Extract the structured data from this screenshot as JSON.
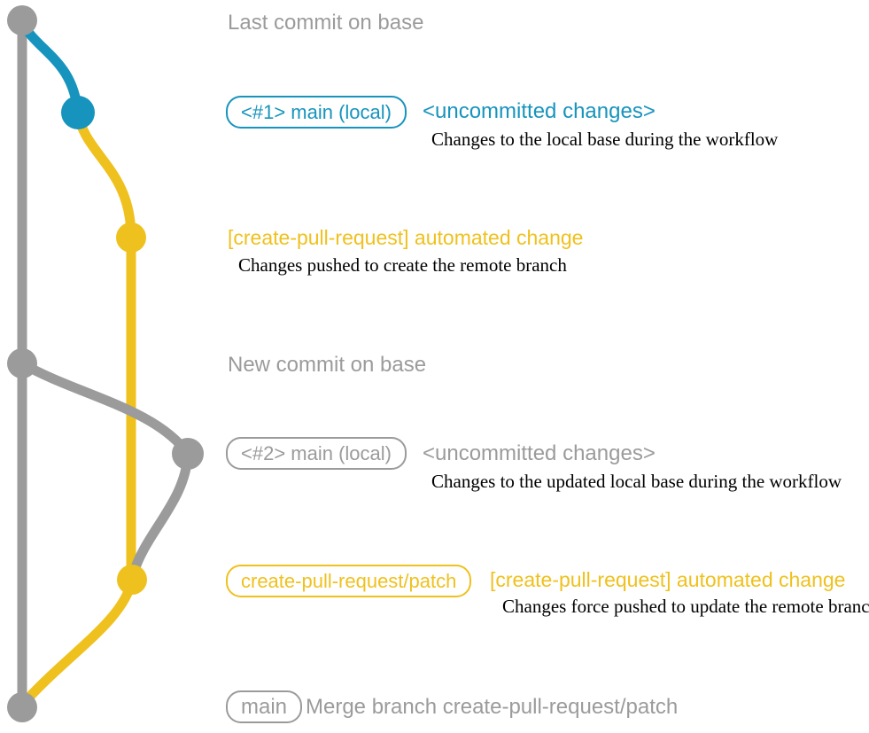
{
  "colors": {
    "gray": "#9B9B9B",
    "teal": "#1794BD",
    "yellow": "#EFC11E",
    "ink": "#000000",
    "background": "#FFFFFF"
  },
  "diagram": {
    "step1": {
      "heading": "Last commit on base"
    },
    "step2": {
      "badge": "<#1> main (local)",
      "message": "<uncommitted changes>",
      "description": "Changes to the local base during the workflow"
    },
    "step3": {
      "message": "[create-pull-request] automated change",
      "description": "Changes pushed to create the remote branch"
    },
    "step4": {
      "heading": "New commit on base"
    },
    "step5": {
      "badge": "<#2> main (local)",
      "message": "<uncommitted changes>",
      "description": "Changes to the updated local base during the workflow"
    },
    "step6": {
      "badge": "create-pull-request/patch",
      "message": "[create-pull-request] automated change",
      "description": "Changes force pushed to update the remote branch"
    },
    "step7": {
      "badge": "main",
      "message": "Merge branch create-pull-request/patch"
    }
  }
}
